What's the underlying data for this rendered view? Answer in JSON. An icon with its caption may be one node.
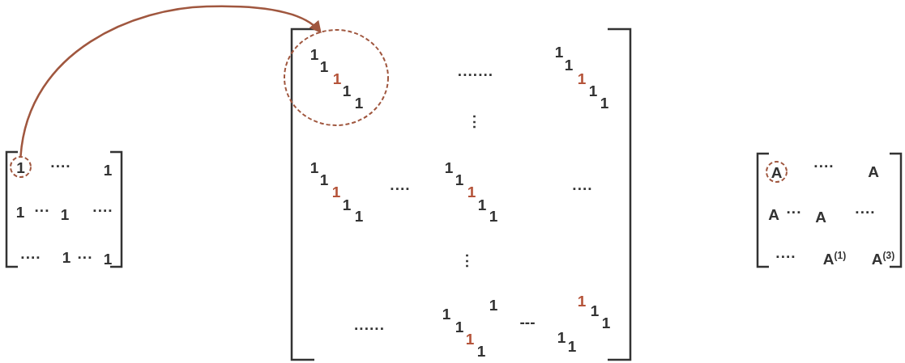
{
  "diagram": {
    "nodes": [
      {
        "text": [
          "1"
        ]
      },
      {
        "text": [
          "1",
          "1",
          "1",
          "1",
          "1"
        ]
      },
      {
        "text": [
          "A"
        ]
      }
    ],
    "edges": [
      {
        "from": 0,
        "to": 1,
        "arrow": "to",
        "color": "#a0573f"
      }
    ],
    "labels": [
      "····",
      "1",
      "1",
      "···",
      "1",
      "····",
      "····",
      "1",
      "···",
      "1",
      "·······",
      "1",
      "1",
      "1",
      "1",
      "1",
      "⋮",
      "1",
      "1",
      "1",
      "1",
      "1",
      "····",
      "1",
      "1",
      "1",
      "1",
      "1",
      "····",
      "⋮",
      "1",
      "······",
      "1",
      "1",
      "1",
      "1",
      "---",
      "1",
      "1",
      "1",
      "1",
      "1",
      "····",
      "A",
      "A",
      "···",
      "A",
      "····",
      "····",
      "A$^{(1)}$",
      "A$^{(3)}$"
    ]
  }
}
